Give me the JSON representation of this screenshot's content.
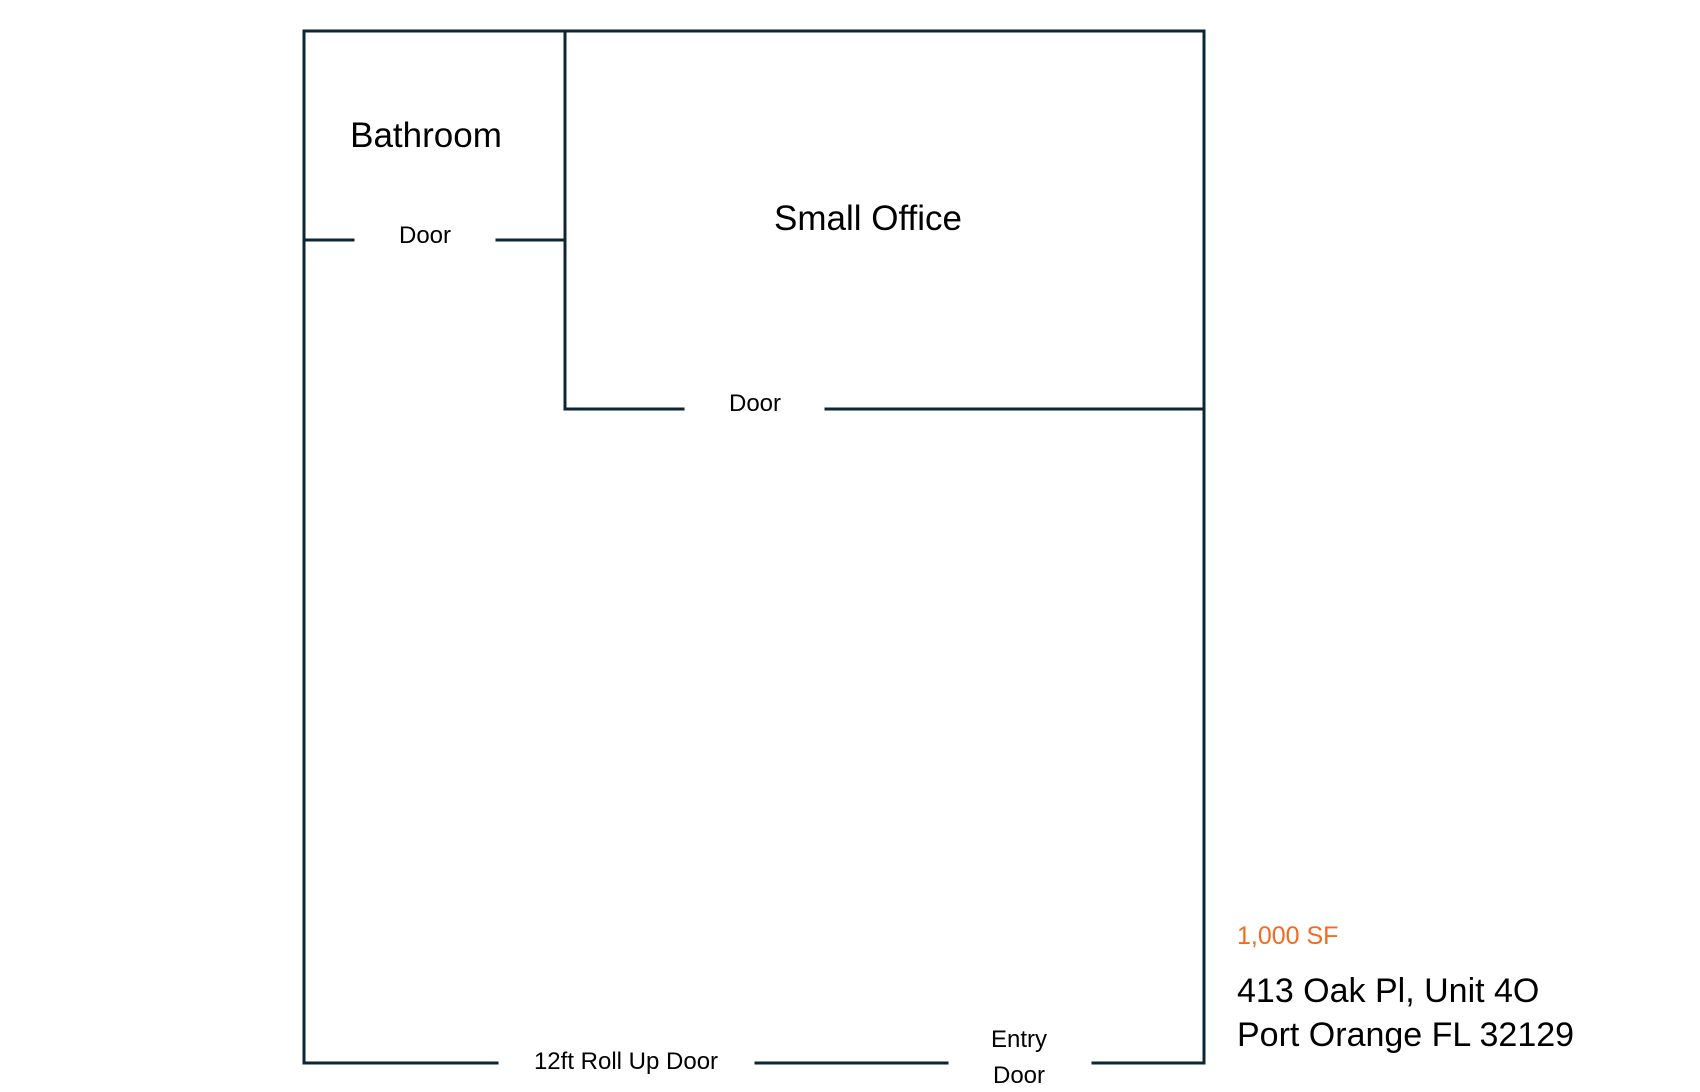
{
  "floorplan": {
    "rooms": {
      "bathroom": "Bathroom",
      "small_office": "Small Office"
    },
    "doors": {
      "bathroom_door": "Door",
      "office_door": "Door",
      "roll_up_door": "12ft Roll Up Door",
      "entry_door_line1": "Entry",
      "entry_door_line2": "Door"
    },
    "wall_color": "#0d2636"
  },
  "info": {
    "area": "1,000 SF",
    "area_color": "#f26b21",
    "address_line1": "413 Oak Pl, Unit 4O",
    "address_line2": "Port Orange FL 32129"
  }
}
